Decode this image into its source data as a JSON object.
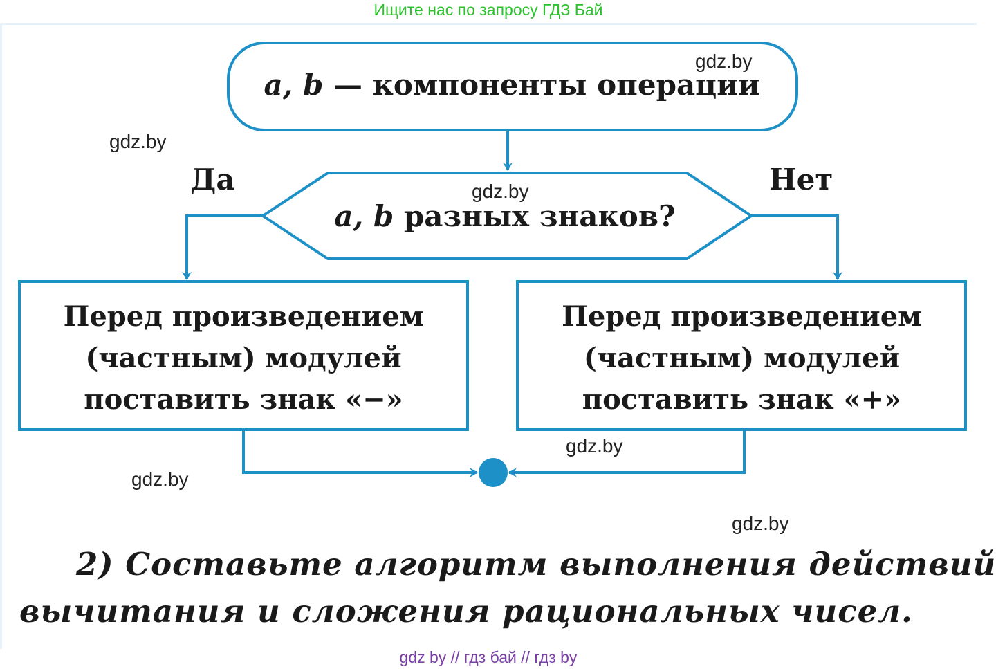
{
  "banner": {
    "text": "Ищите нас по запросу ГДЗ Бай",
    "color": "#2bc22b"
  },
  "diagram": {
    "accent_color": "#1e90c8",
    "start": {
      "vars": "a, b",
      "text": " — компоненты операции"
    },
    "condition": {
      "vars": "a, b",
      "text": " разных знаков?"
    },
    "yes_label": "Да",
    "no_label": "Нет",
    "left_box": {
      "lines": [
        "Перед произведением",
        "(частным) модулей",
        "поставить знак «−»"
      ]
    },
    "right_box": {
      "lines": [
        "Перед произведением",
        "(частным) модулей",
        "поставить знак «+»"
      ]
    }
  },
  "watermarks": [
    "gdz.by",
    "gdz.by",
    "gdz.by",
    "gdz.by",
    "gdz.by",
    "gdz.by"
  ],
  "task": {
    "line1": "2) Составьте алгоритм выполнения действий",
    "line2": "вычитания и сложения рациональных чисел."
  },
  "footer": {
    "text": "gdz by  //  гдз бай  //  гдз by",
    "color": "#7b3fa8"
  }
}
